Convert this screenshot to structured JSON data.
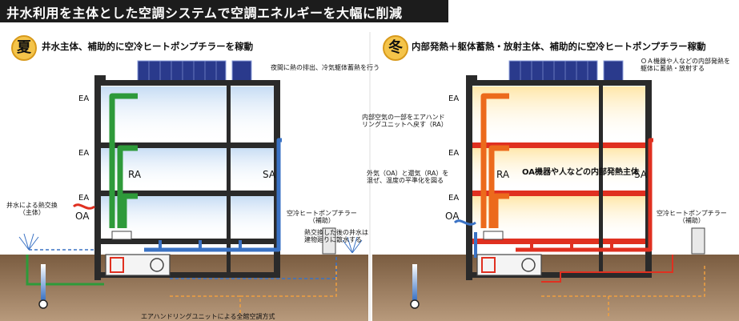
{
  "title": "井水利用を主体とした空調システムで空調エネルギーを大幅に削減",
  "summer": {
    "badge": "夏",
    "subtitle": "井水主体、補助的に空冷ヒートポンプチラーを稼動",
    "labels": {
      "night": "夜間に熱の排出、冷気躯体蓄熱を行う",
      "ea1": "EA",
      "ea2": "EA",
      "ea3": "EA",
      "ra": "RA",
      "sa": "SA",
      "oa": "OA",
      "heat_exchange": "井水による熱交換\n（主体）",
      "chiller": "空冷ヒートポンプチラー\n（補助）",
      "sprinkle": "熱交換した後の井水は\n建物廻りに散水する",
      "bottom": "エアハンドリングユニットによる全館空調方式"
    }
  },
  "winter": {
    "badge": "冬",
    "subtitle": "内部発熱＋躯体蓄熱・放射主体、補助的に空冷ヒートポンプチラー稼動",
    "labels": {
      "oa_heat": "ＯＡ機器や人などの内部発熱を\n躯体に蓄熱・放射する",
      "ea1": "EA",
      "ea2": "EA",
      "ea3": "EA",
      "ra_return": "内部空気の一部をエアハンド\nリングユニットへ戻す（RA）",
      "mix": "外気（OA）と還気（RA）を\n混ぜ、温度の平準化を図る",
      "internal": "OA機器や人などの内部発熱主体",
      "ra": "RA",
      "sa": "SA",
      "oa": "OA",
      "chiller": "空冷ヒートポンプチラー\n（補助）"
    }
  },
  "colors": {
    "banner": "#1c1c1c",
    "green_duct": "#2e9a3a",
    "blue_duct": "#3a72c4",
    "orange_duct": "#ec6a1c",
    "red_duct": "#e03020",
    "ground": "#8a6a4c",
    "slab": "#2a2a2a",
    "solar": "#2a3a8c",
    "badge": "#f4c44a"
  }
}
